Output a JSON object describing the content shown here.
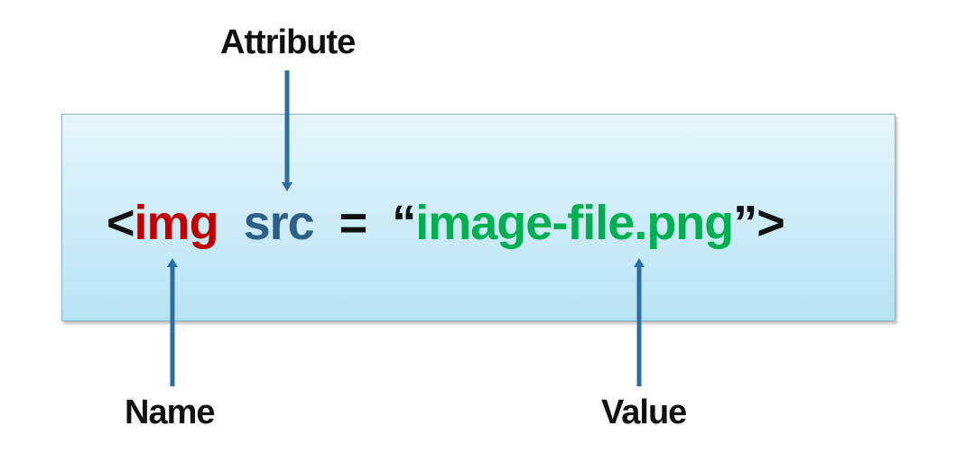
{
  "labels": {
    "attribute": "Attribute",
    "name": "Name",
    "value": "Value"
  },
  "code": {
    "open_bracket": "<",
    "tag_name": "img",
    "attribute_name": "src",
    "equals": "=",
    "open_quote": "“",
    "attribute_value": "image-file.png",
    "close_quote_bracket": "”>"
  },
  "colors": {
    "tag_name": "#c00000",
    "attribute_name": "#2e5f86",
    "attribute_value": "#00b050",
    "arrow": "#2e6da4",
    "box_top": "#e6f5fb",
    "box_bottom": "#b6e3f4"
  }
}
